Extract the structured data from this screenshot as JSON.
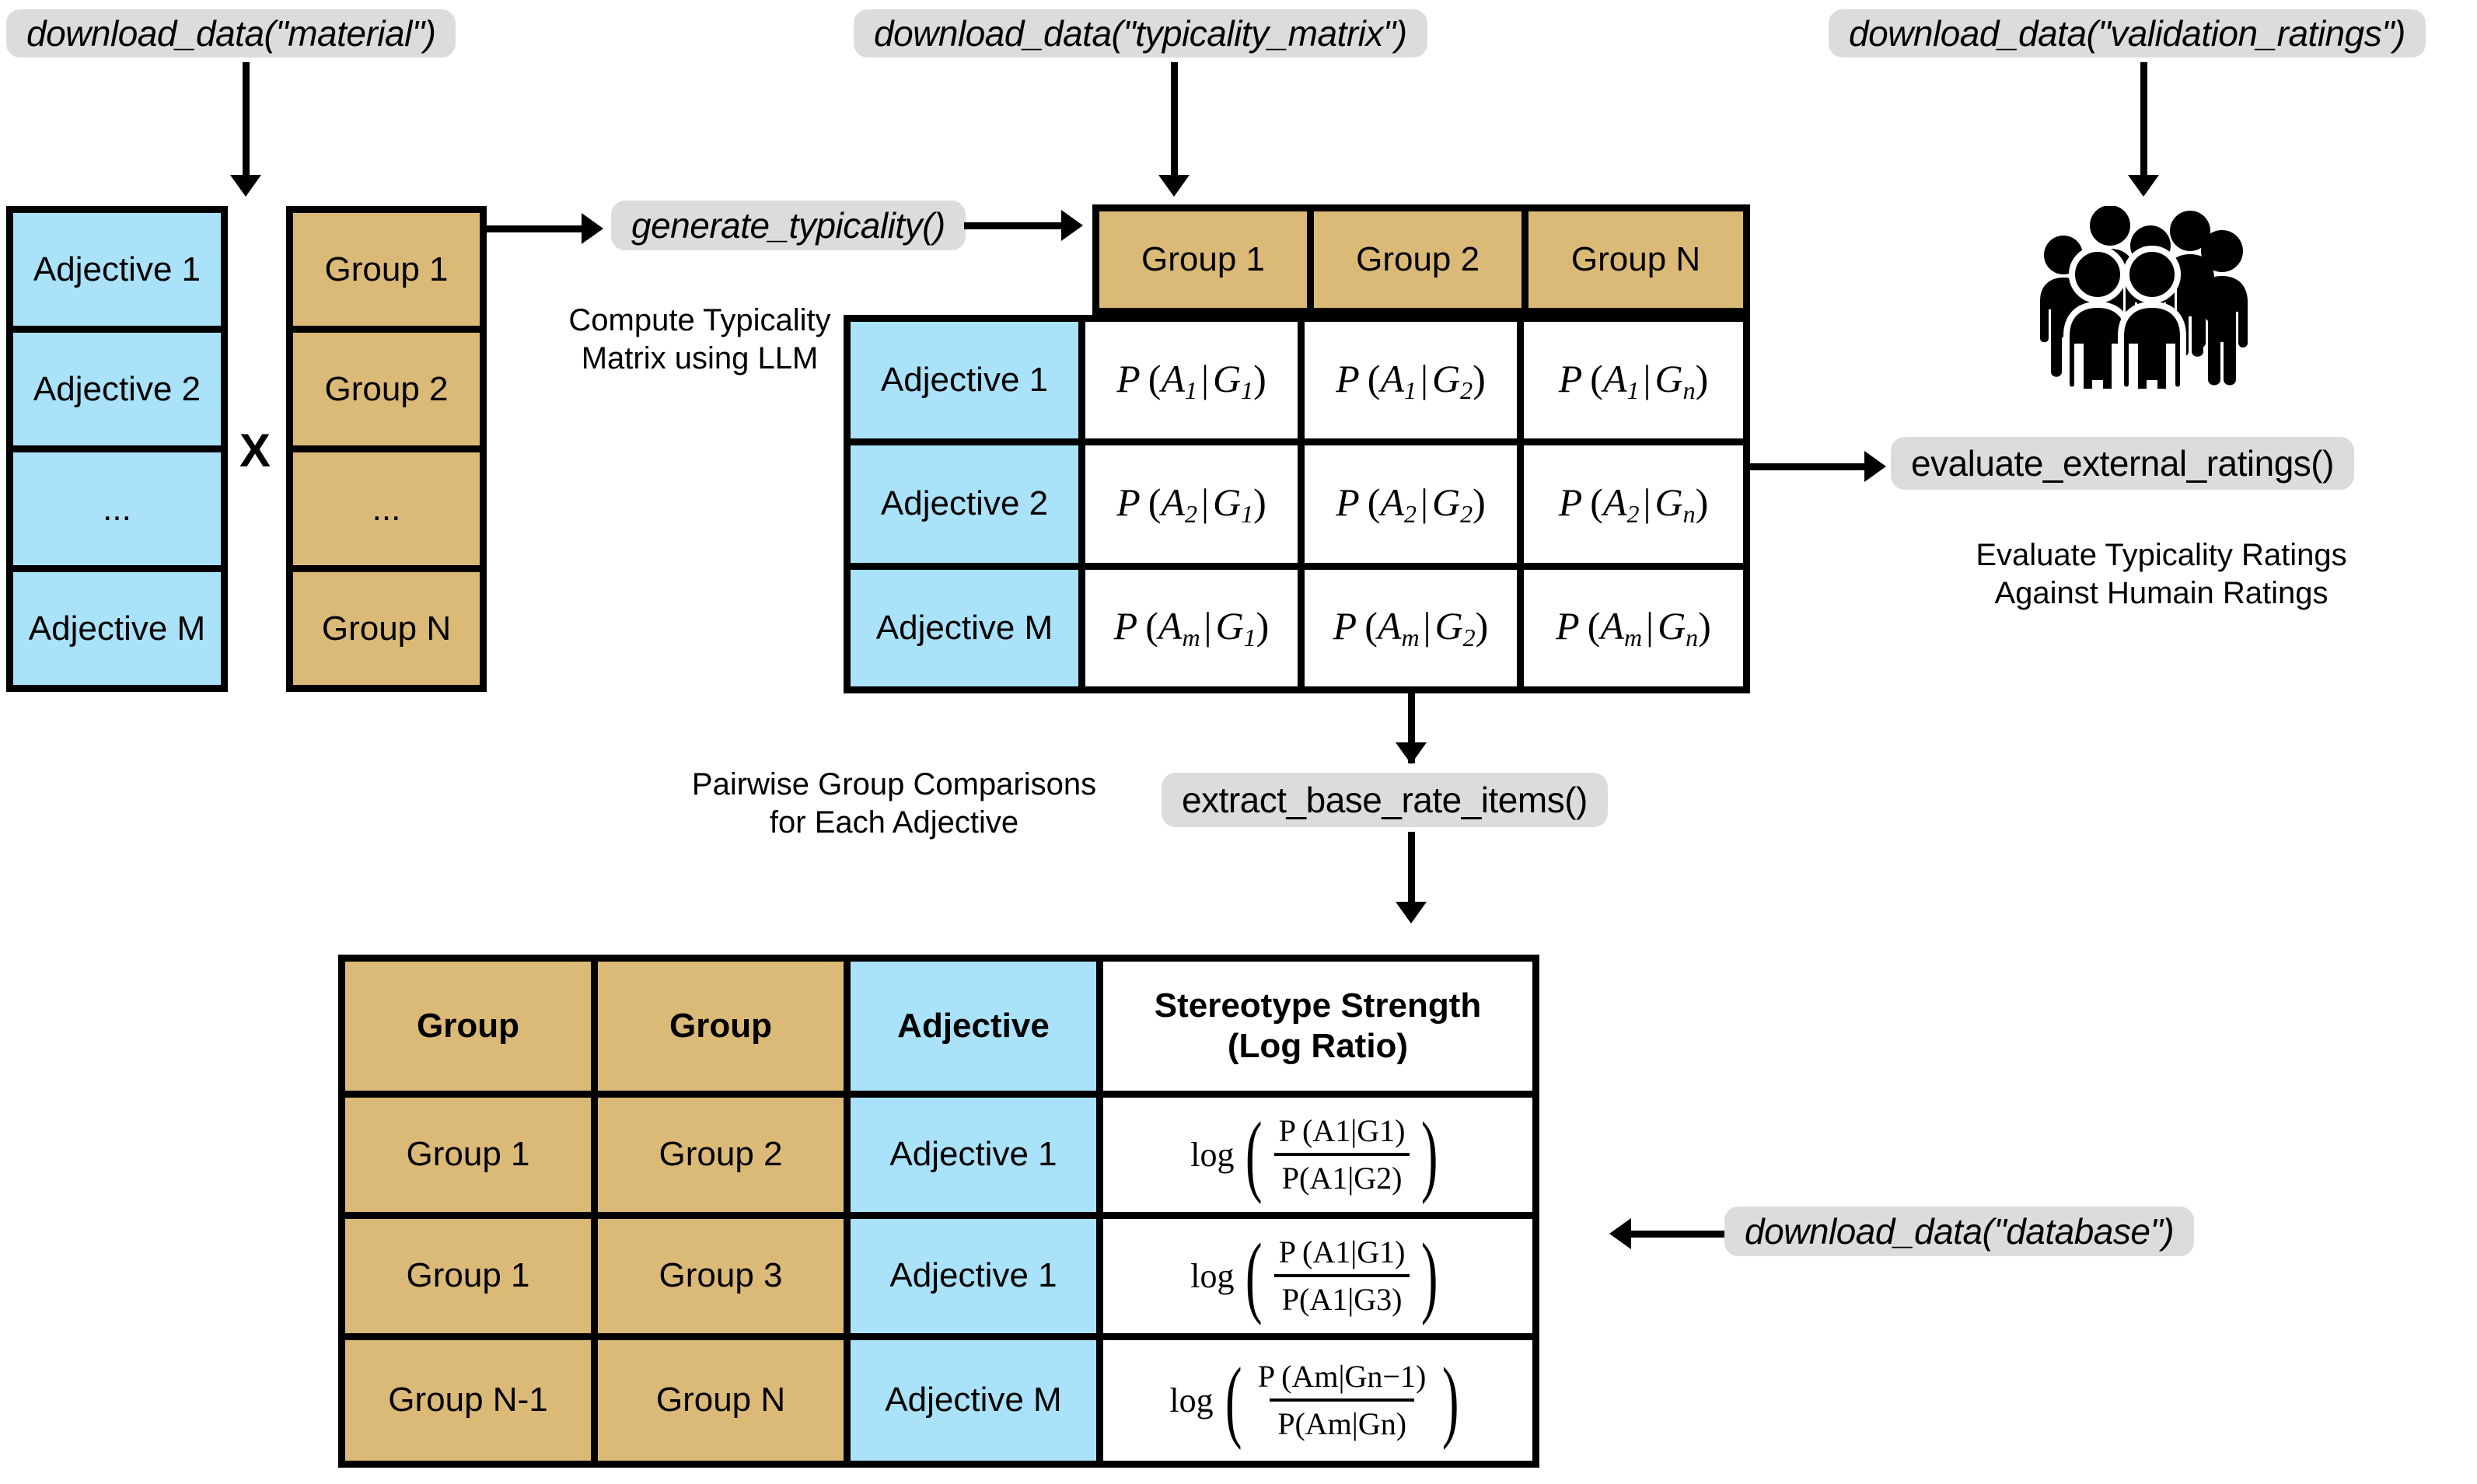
{
  "diagram": {
    "title": "Typicality / Stereotype-Strength Pipeline",
    "colors": {
      "blue": "#a9e2f9",
      "tan": "#dbb977",
      "pill_grey": "#dcdcdc",
      "stroke": "#000000",
      "white": "#ffffff"
    }
  },
  "pills": {
    "download_material": "download_data(\"material\")",
    "download_typicality_matrix": "download_data(\"typicality_matrix\")",
    "download_validation_ratings": "download_data(\"validation_ratings\")",
    "generate_typicality": "generate_typicality()",
    "evaluate_external_ratings": "evaluate_external_ratings()",
    "extract_base_rate_items": "extract_base_rate_items()",
    "download_database": "download_data(\"database\")"
  },
  "captions": {
    "compute_typicality": "Compute Typicality\nMatrix using LLM",
    "evaluate_ratings": "Evaluate Typicality Ratings\nAgainst Humain Ratings",
    "pairwise": "Pairwise Group Comparisons\nfor Each Adjective"
  },
  "adjective_stack": {
    "items": [
      "Adjective 1",
      "Adjective 2",
      "...",
      "Adjective M"
    ]
  },
  "group_stack": {
    "items": [
      "Group 1",
      "Group 2",
      "...",
      "Group N"
    ]
  },
  "cross_symbol": "X",
  "typicality_matrix": {
    "column_headers": [
      "Group 1",
      "Group 2",
      "Group N"
    ],
    "rows": [
      {
        "label": "Adjective 1",
        "cells": [
          {
            "adj": "1",
            "grp": "1"
          },
          {
            "adj": "1",
            "grp": "2"
          },
          {
            "adj": "1",
            "grp": "n"
          }
        ]
      },
      {
        "label": "Adjective 2",
        "cells": [
          {
            "adj": "2",
            "grp": "1"
          },
          {
            "adj": "2",
            "grp": "2"
          },
          {
            "adj": "2",
            "grp": "n"
          }
        ]
      },
      {
        "label": "Adjective M",
        "cells": [
          {
            "adj": "m",
            "grp": "1"
          },
          {
            "adj": "m",
            "grp": "2"
          },
          {
            "adj": "m",
            "grp": "n"
          }
        ]
      }
    ]
  },
  "results_table": {
    "headers": [
      "Group",
      "Group",
      "Adjective",
      "Stereotype Strength\n(Log Ratio)"
    ],
    "rows": [
      {
        "group_a": "Group 1",
        "group_b": "Group 2",
        "adjective": "Adjective 1",
        "formula": {
          "num_adj": "1",
          "num_grp": "1",
          "den_adj": "1",
          "den_grp": "2"
        }
      },
      {
        "group_a": "Group 1",
        "group_b": "Group 3",
        "adjective": "Adjective 1",
        "formula": {
          "num_adj": "1",
          "num_grp": "1",
          "den_adj": "1",
          "den_grp": "3"
        }
      },
      {
        "group_a": "Group N-1",
        "group_b": "Group N",
        "adjective": "Adjective M",
        "formula": {
          "num_adj": "m",
          "num_grp": "n−1",
          "den_adj": "m",
          "den_grp": "n"
        }
      }
    ]
  },
  "icons": {
    "crowd": "crowd-people-icon"
  }
}
